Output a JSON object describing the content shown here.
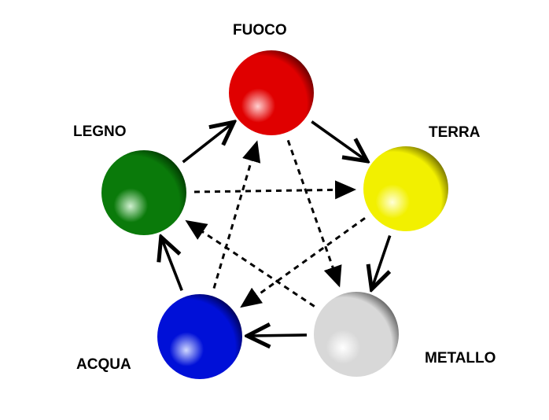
{
  "diagram": {
    "elements": [
      {
        "id": "fuoco",
        "label": "FUOCO",
        "color": "#e00000",
        "light": "#ffd0d0",
        "dark": "#4a0000"
      },
      {
        "id": "terra",
        "label": "TERRA",
        "color": "#f2f000",
        "light": "#ffffd8",
        "dark": "#5a5600"
      },
      {
        "id": "metallo",
        "label": "METALLO",
        "color": "#d8d8d8",
        "light": "#ffffff",
        "dark": "#4a4a4a"
      },
      {
        "id": "acqua",
        "label": "ACQUA",
        "color": "#0010d8",
        "light": "#d0d8ff",
        "dark": "#00003a"
      },
      {
        "id": "legno",
        "label": "LEGNO",
        "color": "#0a7a0a",
        "light": "#d0f0d0",
        "dark": "#002800"
      }
    ],
    "generating_cycle": [
      {
        "from": "legno",
        "to": "fuoco"
      },
      {
        "from": "fuoco",
        "to": "terra"
      },
      {
        "from": "terra",
        "to": "metallo"
      },
      {
        "from": "metallo",
        "to": "acqua"
      },
      {
        "from": "acqua",
        "to": "legno"
      }
    ],
    "controlling_cycle": [
      {
        "from": "legno",
        "to": "terra"
      },
      {
        "from": "terra",
        "to": "acqua"
      },
      {
        "from": "acqua",
        "to": "fuoco"
      },
      {
        "from": "fuoco",
        "to": "metallo"
      },
      {
        "from": "metallo",
        "to": "legno"
      }
    ]
  }
}
